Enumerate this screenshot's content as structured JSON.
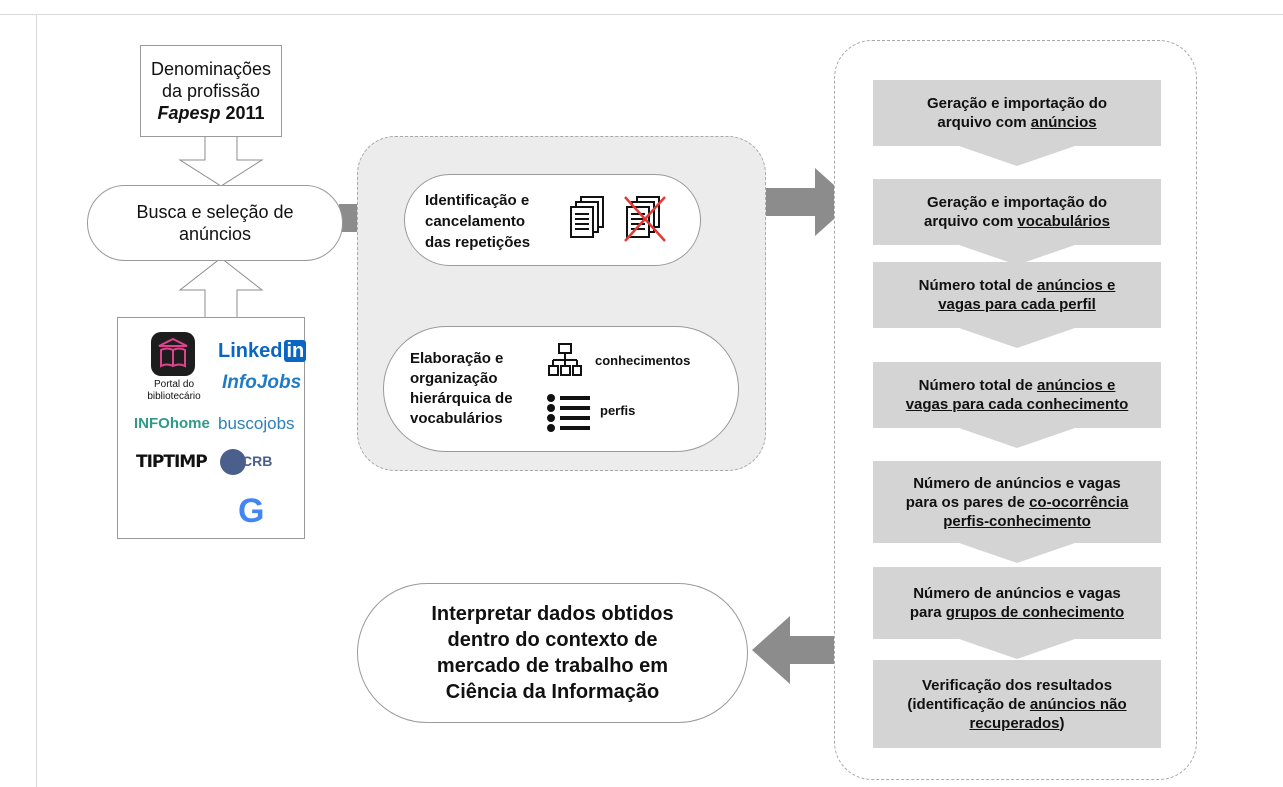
{
  "colors": {
    "arrow": "#8c8c8c",
    "panel_gray": "#ececec",
    "step_fill": "#d4d4d4",
    "linkedin": "#0a66c2",
    "infojobs": "#1f7cc4",
    "infohome": "#2f9a8a",
    "buscojobs": "#2f7fb8",
    "buscojobs_accent": "#f08a24",
    "crb": "#4a5f8c"
  },
  "source": {
    "line1": "Denominações",
    "line2": "da profissão",
    "fapesp": "Fapesp",
    "year": " 2011"
  },
  "search": {
    "line1": "Busca e seleção de",
    "line2": "anúncios"
  },
  "logos": {
    "portal_label1": "Portal do",
    "portal_label2": "bibliotecário",
    "linkedin": "Linked",
    "linkedin_in": "in",
    "infojobs": "InfoJobs",
    "infohome": "INFOhome",
    "buscojobs": "buscojobs",
    "tiptimp": "TIPTIMP",
    "crb": "CRB",
    "google": "G"
  },
  "dedup": {
    "line1": "Identificação e",
    "line2": "cancelamento",
    "line3": "das repetições",
    "icons": [
      "documents-icon",
      "documents-crossed-icon"
    ]
  },
  "vocab": {
    "line1": "Elaboração e",
    "line2": "organização",
    "line3": "hierárquica de",
    "line4": "vocabulários",
    "knowledge_label": "conhecimentos",
    "profiles_label": "perfis",
    "icons": [
      "hierarchy-icon",
      "list-icon"
    ]
  },
  "steps": [
    {
      "a": "Geração e importação do",
      "b": "arquivo com ",
      "u": "anúncios"
    },
    {
      "a": "Geração e importação do",
      "b": "arquivo com ",
      "u": "vocabulários"
    },
    {
      "a": "Número total de ",
      "au": "anúncios e",
      "u": "vagas para cada perfil"
    },
    {
      "a": "Número total de ",
      "au": "anúncios e",
      "u": "vagas para cada conhecimento"
    },
    {
      "a": "Número de anúncios e vagas",
      "b": "para os pares de ",
      "bu": "co-ocorrência",
      "u": "perfis-conhecimento"
    },
    {
      "a": "Número de anúncios e vagas",
      "b": "para ",
      "bu": "grupos de conhecimento"
    },
    {
      "a": "Verificação dos resultados",
      "b": "(identificação de ",
      "bu": "anúncios não",
      "u": "recuperados",
      "c": ")"
    }
  ],
  "interpret": {
    "line1": "Interpretar dados obtidos",
    "line2": "dentro do contexto de",
    "line3": "mercado de trabalho em",
    "line4": "Ciência da Informação"
  }
}
